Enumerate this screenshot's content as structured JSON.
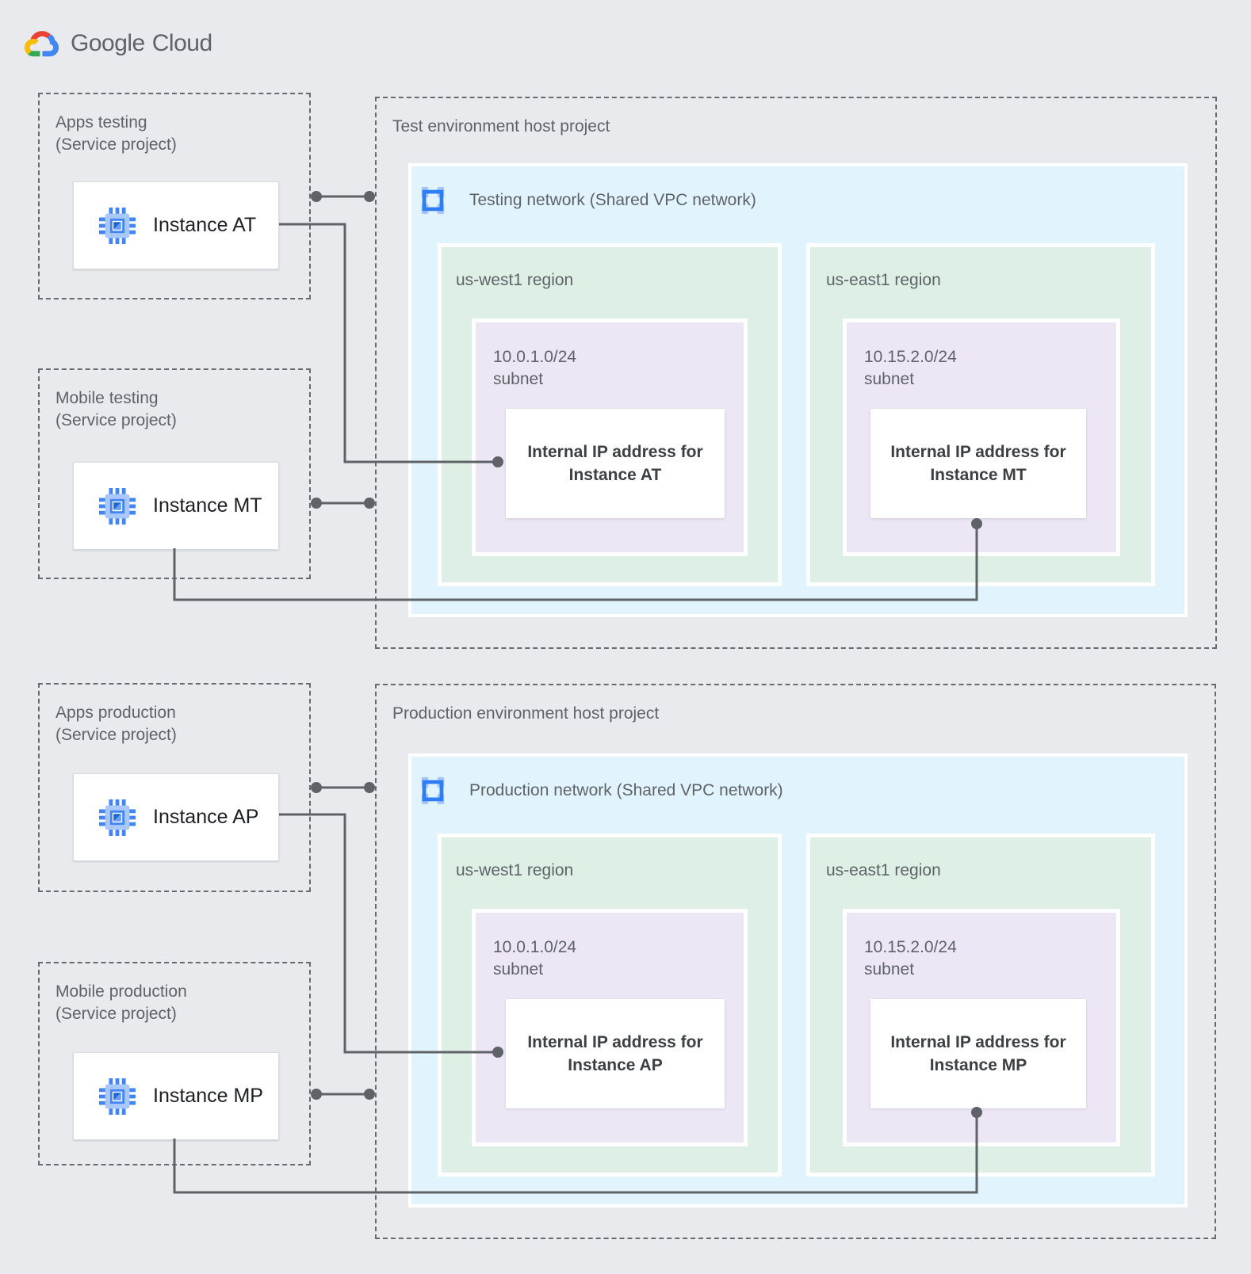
{
  "logo": {
    "brand": "Google",
    "product": "Cloud"
  },
  "colors": {
    "background": "#E8EAED",
    "network_blue": "#E1F3FC",
    "region_green": "#DEF0E6",
    "subnet_purple": "#ECE6F5",
    "connector_gray": "#5F6368",
    "google_blue": "#4285F4",
    "google_red": "#EA4335",
    "google_yellow": "#FBBC05",
    "google_green": "#34A853"
  },
  "service_projects": [
    {
      "name": "Apps testing",
      "type": "(Service project)",
      "instance": "Instance AT"
    },
    {
      "name": "Mobile testing",
      "type": "(Service project)",
      "instance": "Instance MT"
    },
    {
      "name": "Apps production",
      "type": "(Service project)",
      "instance": "Instance AP"
    },
    {
      "name": "Mobile production",
      "type": "(Service project)",
      "instance": "Instance MP"
    }
  ],
  "host_projects": [
    {
      "title": "Test environment host project",
      "network_label": "Testing network (Shared VPC network)",
      "regions": [
        {
          "name": "us-west1 region",
          "subnet_cidr": "10.0.1.0/24",
          "subnet_label": "subnet",
          "ip_line1": "Internal IP address for",
          "ip_line2": "Instance AT"
        },
        {
          "name": "us-east1 region",
          "subnet_cidr": "10.15.2.0/24",
          "subnet_label": "subnet",
          "ip_line1": "Internal IP address for",
          "ip_line2": "Instance MT"
        }
      ]
    },
    {
      "title": "Production environment host project",
      "network_label": "Production network (Shared VPC network)",
      "regions": [
        {
          "name": "us-west1 region",
          "subnet_cidr": "10.0.1.0/24",
          "subnet_label": "subnet",
          "ip_line1": "Internal IP address for",
          "ip_line2": "Instance AP"
        },
        {
          "name": "us-east1 region",
          "subnet_cidr": "10.15.2.0/24",
          "subnet_label": "subnet",
          "ip_line1": "Internal IP address for",
          "ip_line2": "Instance MP"
        }
      ]
    }
  ]
}
